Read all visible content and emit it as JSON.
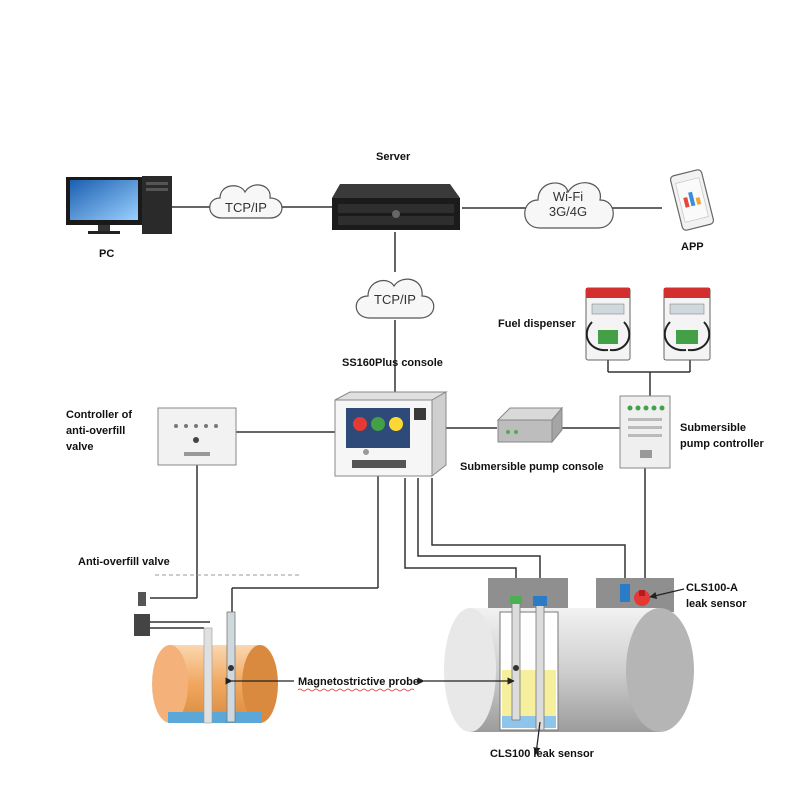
{
  "labels": {
    "pc": "PC",
    "server": "Server",
    "app": "APP",
    "fuel_dispenser": "Fuel dispenser",
    "console": "SS160Plus console",
    "controller_line1": "Controller of",
    "controller_line2": "anti-overfill",
    "controller_line3": "valve",
    "submersible_controller_line1": "Submersible",
    "submersible_controller_line2": "pump controller",
    "submersible_console": "Submersible pump console",
    "anti_overfill_valve": "Anti-overfill valve",
    "magnetostrictive_probe": "Magnetostrictive probe",
    "cls100a_line1": "CLS100-A",
    "cls100a_line2": "leak sensor",
    "cls100": "CLS100 leak sensor"
  },
  "clouds": {
    "tcp_left": "TCP/IP",
    "tcp_center": "TCP/IP",
    "wifi_line1": "Wi-Fi",
    "wifi_line2": "3G/4G"
  }
}
